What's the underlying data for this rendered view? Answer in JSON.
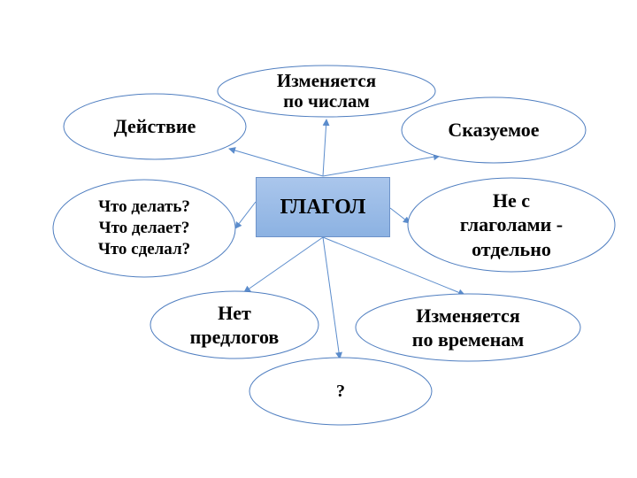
{
  "center": {
    "label": "ГЛАГОЛ"
  },
  "nodes": [
    {
      "id": "deistvie",
      "label": "Действие"
    },
    {
      "id": "chisla",
      "label": "Изменяется\nпо числам"
    },
    {
      "id": "skazuemoe",
      "label": "Сказуемое"
    },
    {
      "id": "voprosy",
      "label": "Что делать?\nЧто делает?\nЧто сделал?"
    },
    {
      "id": "ne",
      "label": "Не с\nглаголами  -\nотдельно"
    },
    {
      "id": "predlogi",
      "label": "Нет\nпредлогов"
    },
    {
      "id": "vremena",
      "label": "Изменяется\nпо временам"
    },
    {
      "id": "unknown",
      "label": "?"
    }
  ],
  "colors": {
    "line": "#5b8ccc",
    "ellipse": "#4f7ec0",
    "box": "#8cb2e2"
  }
}
